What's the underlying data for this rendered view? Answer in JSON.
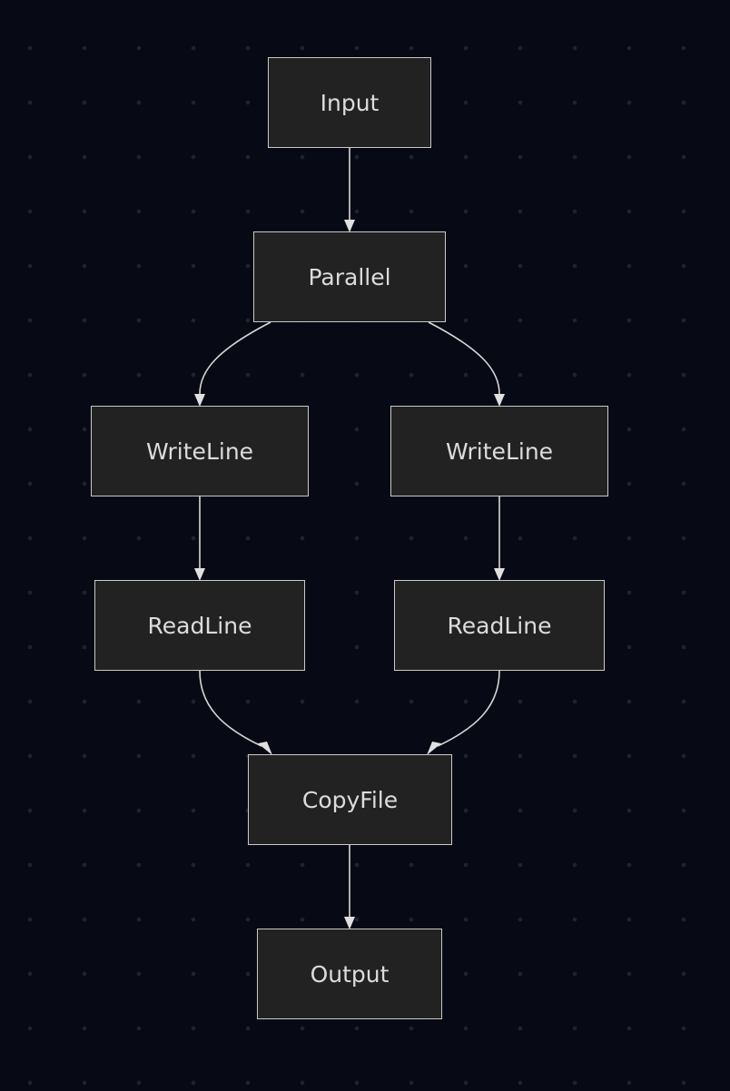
{
  "diagram": {
    "nodes": [
      {
        "id": "input",
        "label": "Input"
      },
      {
        "id": "parallel",
        "label": "Parallel"
      },
      {
        "id": "writeline_left",
        "label": "WriteLine"
      },
      {
        "id": "writeline_right",
        "label": "WriteLine"
      },
      {
        "id": "readline_left",
        "label": "ReadLine"
      },
      {
        "id": "readline_right",
        "label": "ReadLine"
      },
      {
        "id": "copyfile",
        "label": "CopyFile"
      },
      {
        "id": "output",
        "label": "Output"
      }
    ],
    "edges": [
      {
        "from": "input",
        "to": "parallel"
      },
      {
        "from": "parallel",
        "to": "writeline_left"
      },
      {
        "from": "parallel",
        "to": "writeline_right"
      },
      {
        "from": "writeline_left",
        "to": "readline_left"
      },
      {
        "from": "writeline_right",
        "to": "readline_right"
      },
      {
        "from": "readline_left",
        "to": "copyfile"
      },
      {
        "from": "readline_right",
        "to": "copyfile"
      },
      {
        "from": "copyfile",
        "to": "output"
      }
    ],
    "colors": {
      "background": "#070914",
      "node_fill": "#222222",
      "node_border": "#c9c9c9",
      "text": "#dcdcdc",
      "edge": "#d8d8d8"
    }
  }
}
